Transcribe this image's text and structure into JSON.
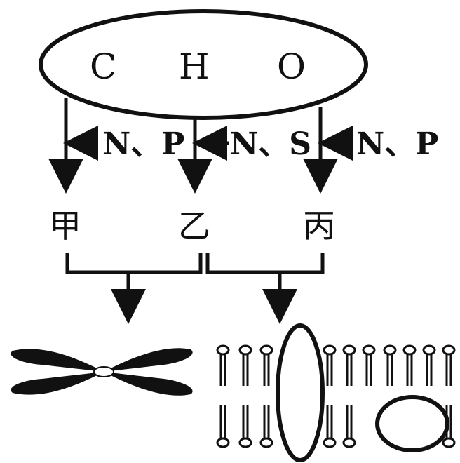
{
  "ellipse_letters": [
    "C",
    "H",
    "O"
  ],
  "added_elements": [
    "N、P",
    "N、S",
    "N、P"
  ],
  "compounds": [
    "甲",
    "乙",
    "丙"
  ],
  "colors": {
    "ink": "#111111",
    "paper": "#ffffff"
  },
  "icons": [
    "chromosome-icon",
    "cell-membrane-icon",
    "membrane-protein-icon"
  ]
}
